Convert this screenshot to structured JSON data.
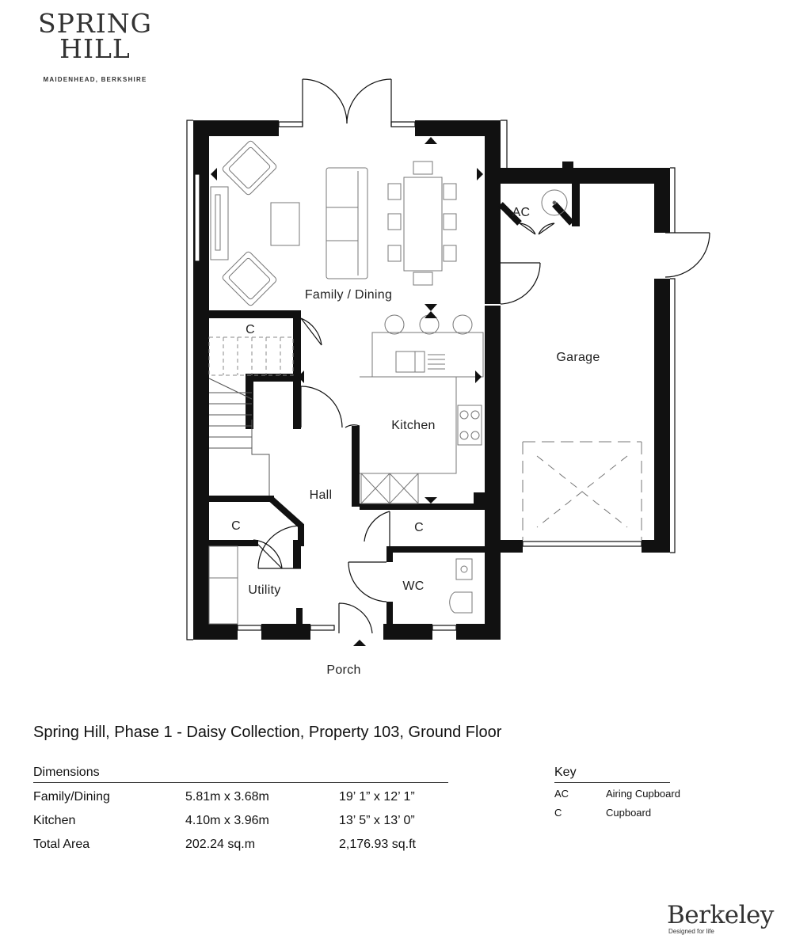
{
  "logo": {
    "line1": "SPRING",
    "line2": "HILL",
    "location": "MAIDENHEAD, BERKSHIRE"
  },
  "plan": {
    "rooms": {
      "family_dining": "Family / Dining",
      "kitchen": "Kitchen",
      "hall": "Hall",
      "utility": "Utility",
      "wc": "WC",
      "garage": "Garage",
      "porch": "Porch",
      "airing_cupboard": "AC",
      "cupboard_stairs": "C",
      "cupboard_utility": "C",
      "cupboard_hall": "C"
    }
  },
  "caption": "Spring Hill, Phase 1 - Daisy Collection, Property 103, Ground Floor",
  "dimensions": {
    "heading": "Dimensions",
    "rows": [
      {
        "room": "Family/Dining",
        "metric": "5.81m x 3.68m",
        "imperial": "19’ 1” x 12’ 1”"
      },
      {
        "room": "Kitchen",
        "metric": "4.10m x 3.96m",
        "imperial": "13’ 5” x 13’ 0”"
      },
      {
        "room": "Total Area",
        "metric": "202.24 sq.m",
        "imperial": "2,176.93 sq.ft"
      }
    ]
  },
  "key": {
    "heading": "Key",
    "rows": [
      {
        "abbr": "AC",
        "meaning": "Airing Cupboard"
      },
      {
        "abbr": "C",
        "meaning": "Cupboard"
      }
    ]
  },
  "brand": {
    "name": "Berkeley",
    "tagline": "Designed for life"
  }
}
